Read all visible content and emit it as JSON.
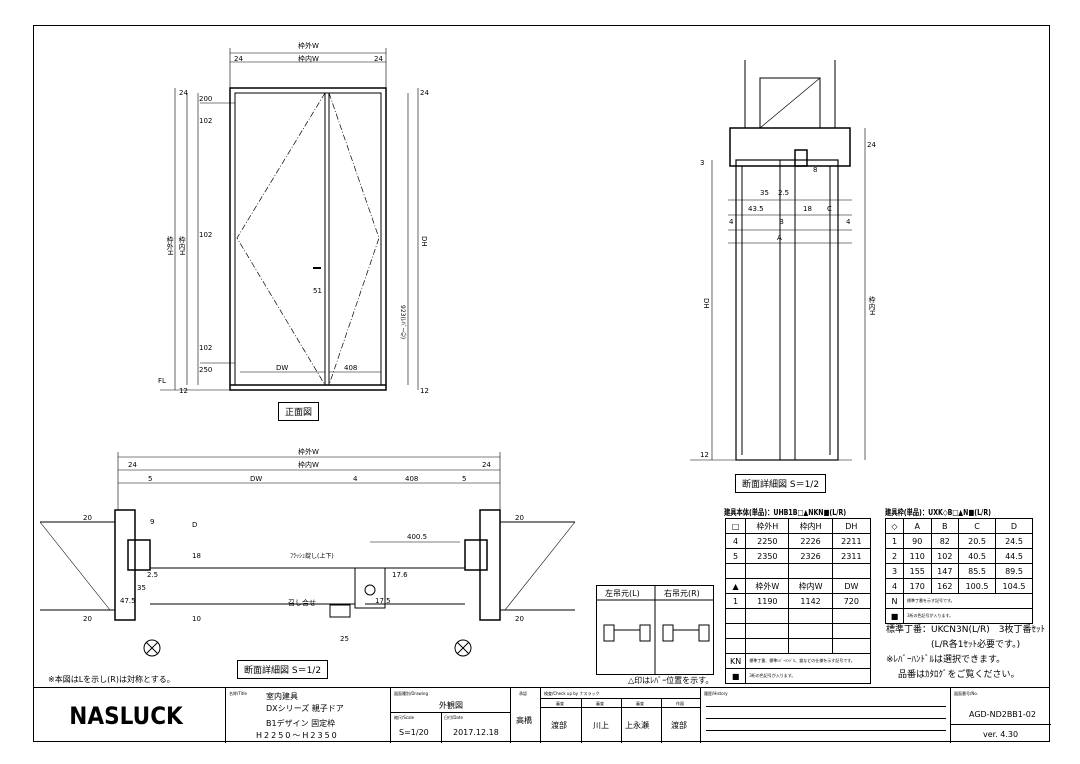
{
  "front_view": {
    "caption": "正面図",
    "dims": {
      "frame_outer_w": "枠外W",
      "frame_inner_w": "枠内W",
      "side_left": "24",
      "side_right": "24",
      "top": "24",
      "d200": "200",
      "d102a": "102",
      "d102b": "102",
      "d102c": "102",
      "d250": "250",
      "bottom": "12",
      "frame_outer_h": "枠外H",
      "frame_inner_h": "枠内H",
      "dh": "DH",
      "d51": "51",
      "lever": "923(ﾚﾊﾞｰ心)",
      "dw": "DW",
      "d408": "408",
      "fl": "FL",
      "r24": "24",
      "r12": "12"
    }
  },
  "side_section": {
    "caption": "断面詳細図 S＝1/2",
    "dims": {
      "b": "B",
      "d35": "35",
      "d25": "2.5",
      "d435": "43.5",
      "d18": "18",
      "c": "C",
      "d4a": "4",
      "d4b": "4",
      "a": "A",
      "d24": "24",
      "d3": "3",
      "d8": "8",
      "dh": "DH",
      "inner_h": "枠内H",
      "d12": "12"
    }
  },
  "plan_section": {
    "caption": "断面詳細図 S＝1/2",
    "dims": {
      "outer_w": "枠外W",
      "inner_w": "枠内W",
      "l24": "24",
      "r24": "24",
      "l5": "5",
      "dw": "DW",
      "d4": "4",
      "d408": "408",
      "r5": "5",
      "d20a": "20",
      "d9": "9",
      "d": "D",
      "d18": "18",
      "d25": "2.5",
      "d35": "35",
      "d475": "47.5",
      "d10": "10",
      "d20b": "20",
      "d4005": "400.5",
      "flush": "ﾌﾗｯｼｭ錠し(上下)",
      "meet": "召し合せ",
      "d175a": "17.5",
      "d176": "17.6",
      "d25b": "25",
      "r20a": "20",
      "r20b": "20"
    }
  },
  "note_left": "※本図はLを示し(R)は対称とする。",
  "hinge_box": {
    "left": "左吊元(L)",
    "right": "右吊元(R)",
    "note": "△印はﾚﾊﾞｰ位置を示す。"
  },
  "door_table": {
    "title": "建具本体(単品)：UHB1B□▲NKN■(L/R)",
    "header1": [
      "□",
      "枠外H",
      "枠内H",
      "DH"
    ],
    "rows1": [
      [
        "4",
        "2250",
        "2226",
        "2211"
      ],
      [
        "5",
        "2350",
        "2326",
        "2311"
      ]
    ],
    "header2": [
      "▲",
      "枠外W",
      "枠内W",
      "DW"
    ],
    "rows2": [
      [
        "1",
        "1190",
        "1142",
        "720"
      ]
    ],
    "notes": [
      [
        "KN",
        "標準丁番、標準ﾚﾊﾞｰﾊﾝﾄﾞﾙ、錠などの仕様を示す記号です。"
      ],
      [
        "■",
        "3桁の色記号が入ります。"
      ]
    ]
  },
  "frame_table": {
    "title": "建具枠(単品)：UXK◇B□▲N■(L/R)",
    "header": [
      "◇",
      "A",
      "B",
      "C",
      "D"
    ],
    "rows": [
      [
        "1",
        "90",
        "82",
        "20.5",
        "24.5"
      ],
      [
        "2",
        "110",
        "102",
        "40.5",
        "44.5"
      ],
      [
        "3",
        "155",
        "147",
        "85.5",
        "89.5"
      ],
      [
        "4",
        "170",
        "162",
        "100.5",
        "104.5"
      ]
    ],
    "notes": [
      [
        "N",
        "標準丁番を示す記号です。"
      ],
      [
        "■",
        "3桁の色記号が入ります。"
      ]
    ]
  },
  "right_notes": [
    "標準丁番：UKCN3N(L/R)　3枚丁番ｾｯﾄ",
    "(L/R各1ｾｯﾄ必要です。)",
    "※ﾚﾊﾞｰﾊﾝﾄﾞﾙは選択できます。",
    "品番はｶﾀﾛｸﾞをご覧ください。"
  ],
  "title_block": {
    "logo": "NASLUCK",
    "title_label": "名称/Title",
    "title1": "室内建具",
    "title2": "DXシリーズ 親子ドア",
    "title3": "B1デザイン 固定枠",
    "title4": "H2250～H2350",
    "drawing_label": "図面種別/Drawing",
    "drawing": "外観図",
    "scale_label": "縮尺/Scale",
    "scale": "S=1/20",
    "date_label": "日付/Date",
    "date": "2017.12.18",
    "approve_label": "承認",
    "approver": "高橋",
    "check_label": "検査/Check up by ナスラック",
    "roles": [
      "審査",
      "審査",
      "審査",
      "作図"
    ],
    "names": [
      "渡部",
      "川上",
      "上永瀬",
      "渡部"
    ],
    "history_label": "履歴/History",
    "no_label": "図面番号/No.",
    "number": "AGD-ND2BB1-02",
    "version": "ver. 4.30"
  }
}
